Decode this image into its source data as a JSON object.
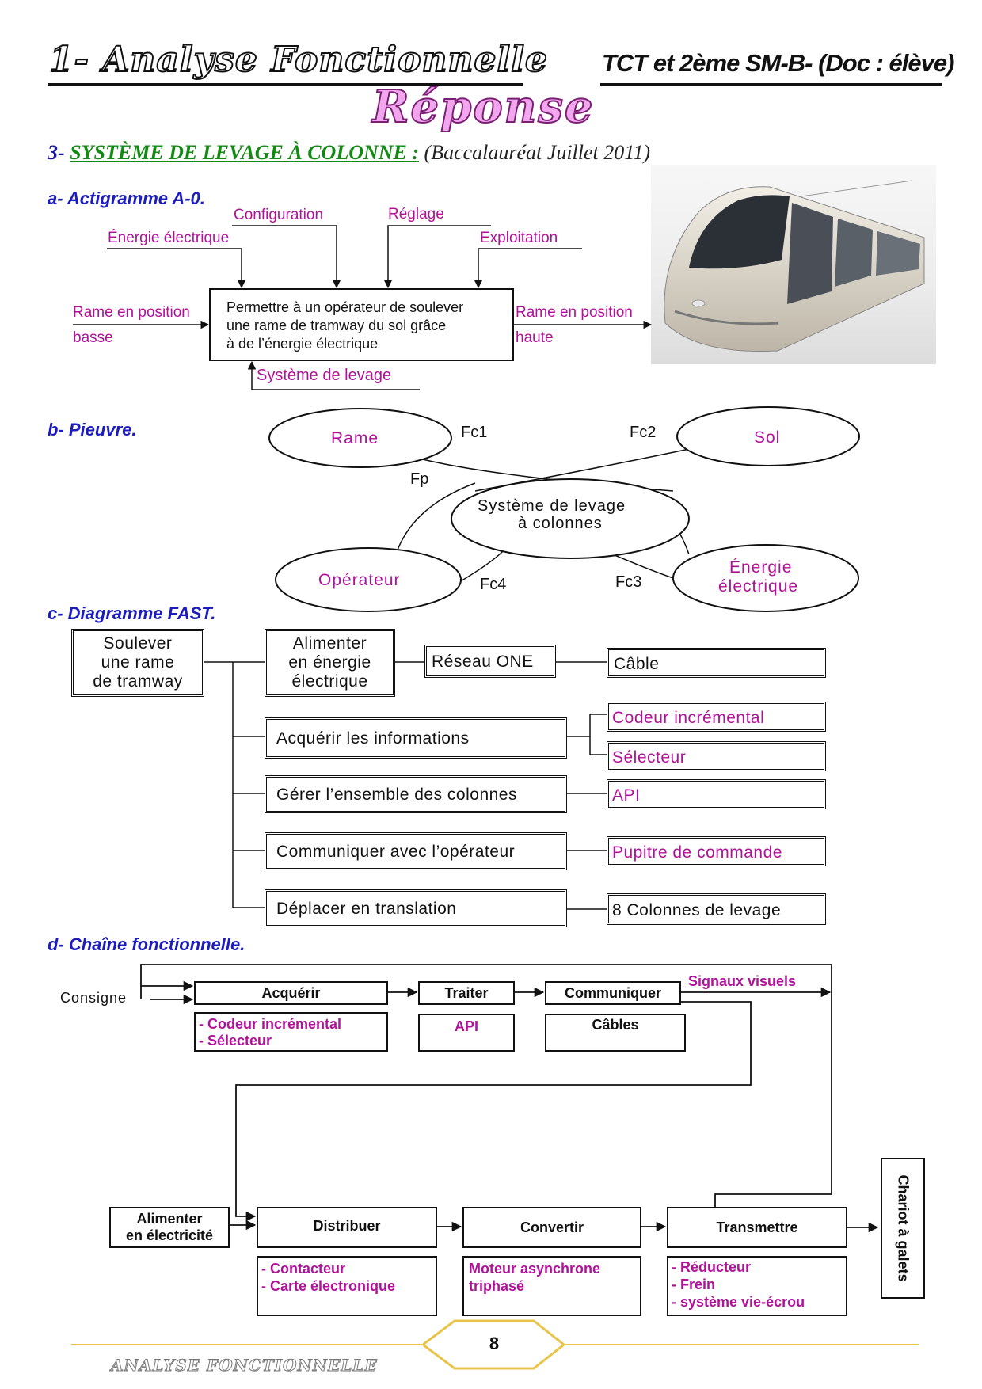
{
  "header": {
    "left_title": "1- Analyse Fonctionnelle",
    "right_title": "TCT et 2ème SM-B- (Doc : élève)",
    "banner": "Réponse"
  },
  "question": {
    "number": "3-",
    "title": "SYSTÈME DE LEVAGE À COLONNE :",
    "subtitle": "(Baccalauréat Juillet 2011)"
  },
  "actigramme": {
    "heading": "a- Actigramme A-0.",
    "inputs_top": [
      "Énergie électrique",
      "Configuration",
      "Réglage",
      "Exploitation"
    ],
    "input_left_l1": "Rame en position",
    "input_left_l2": "basse",
    "output_right_l1": "Rame en position",
    "output_right_l2": "haute",
    "function_l1": "Permettre à un opérateur de soulever",
    "function_l2": "une rame de tramway du sol grâce",
    "function_l3": "à de l’énergie électrique",
    "support": "Système de levage"
  },
  "pieuvre": {
    "heading": "b- Pieuvre.",
    "center_l1": "Système de levage",
    "center_l2": "à colonnes",
    "elements": [
      "Rame",
      "Sol",
      "Opérateur",
      "Énergie",
      "électrique"
    ],
    "functions": [
      "Fc1",
      "Fc2",
      "Fp",
      "Fc4",
      "Fc3"
    ]
  },
  "fast": {
    "heading": "c- Diagramme FAST.",
    "root_l1": "Soulever",
    "root_l2": "une rame",
    "root_l3": "de tramway",
    "f1_l1": "Alimenter",
    "f1_l2": "en énergie",
    "f1_l3": "électrique",
    "f1_sub": "Réseau ONE",
    "f1_sol": "Câble",
    "f2": "Acquérir les informations",
    "f2_sol1": "Codeur incrémental",
    "f2_sol2": "Sélecteur",
    "f3": "Gérer l’ensemble des colonnes",
    "f3_sol": "API",
    "f4": "Communiquer avec l’opérateur",
    "f4_sol": "Pupitre de commande",
    "f5": "Déplacer en translation",
    "f5_sol": "8 Colonnes de levage"
  },
  "chaine": {
    "heading": "d- Chaîne fonctionnelle.",
    "consigne": "Consigne",
    "acquerir": "Acquérir",
    "acquerir_sol1": "- Codeur incrémental",
    "acquerir_sol2": "- Sélecteur",
    "traiter": "Traiter",
    "traiter_sol": "API",
    "communiquer": "Communiquer",
    "communiquer_sol": "Câbles",
    "signaux": "Signaux visuels",
    "alimenter_l1": "Alimenter",
    "alimenter_l2": "en électricité",
    "distribuer": "Distribuer",
    "distribuer_sol1": "- Contacteur",
    "distribuer_sol2": "- Carte électronique",
    "convertir": "Convertir",
    "convertir_sol1": "Moteur asynchrone",
    "convertir_sol2": "triphasé",
    "transmettre": "Transmettre",
    "transmettre_sol1": "- Réducteur",
    "transmettre_sol2": "- Frein",
    "transmettre_sol3": "- système vie-écrou",
    "chariot": "Chariot à galets"
  },
  "footer": {
    "page": "8",
    "label": "ANALYSE FONCTIONNELLE"
  },
  "colors": {
    "heading_blue": "#1d1dbf",
    "title_green": "#138a13",
    "magenta": "#b0129a",
    "footer_gold": "#e9c44a"
  }
}
